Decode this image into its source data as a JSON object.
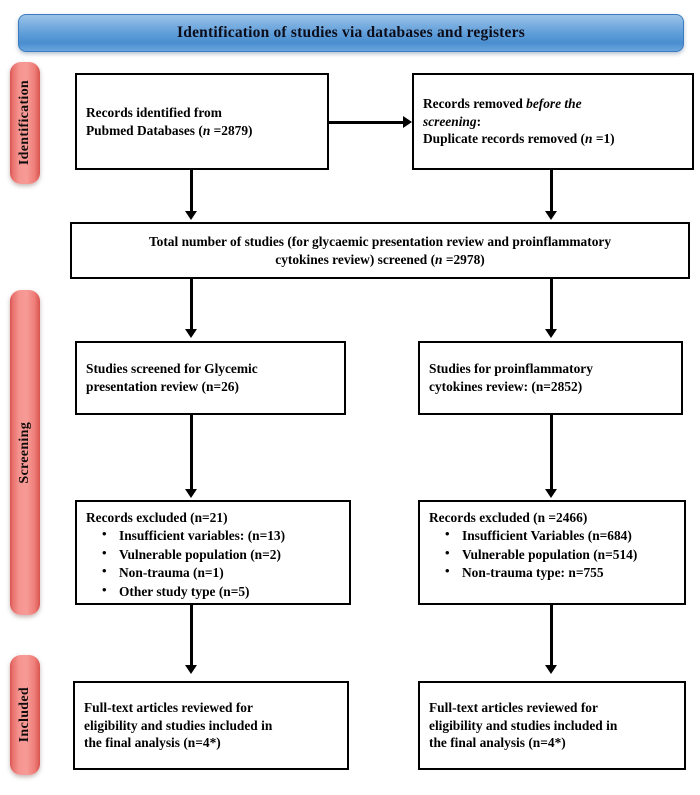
{
  "header": {
    "title": "Identification of studies via databases and registers"
  },
  "stages": [
    {
      "id": "identification",
      "label": "Identification"
    },
    {
      "id": "screening",
      "label": "Screening"
    },
    {
      "id": "included",
      "label": "Included"
    }
  ],
  "boxes": {
    "records_identified": {
      "line1": "Records identified from",
      "line2_pre": "Pubmed Databases (",
      "line2_n": "n",
      "line2_post": " =2879)"
    },
    "records_removed": {
      "line1_pre": "Records removed ",
      "line1_em": "before the",
      "line2_em": "screening",
      "line2_post": ":",
      "line3_pre": "Duplicate records removed (",
      "line3_n": "n",
      "line3_post": " =1)"
    },
    "total_studies": {
      "line1": "Total number of studies (for glycaemic presentation review and proinflammatory",
      "line2_pre": "cytokines review) screened (",
      "line2_n": "n",
      "line2_post": " =2978)"
    },
    "screened_glycemic": {
      "line1": "Studies screened for Glycemic",
      "line2": "presentation review (n=26)"
    },
    "screened_cytokines": {
      "line1": "Studies for proinflammatory",
      "line2": "cytokines review: (n=2852)"
    },
    "excluded_left": {
      "heading": "Records excluded (n=21)",
      "items": [
        "Insufficient variables: (n=13)",
        " Vulnerable population (n=2)",
        "Non-trauma (n=1)",
        "Other study type (n=5)"
      ]
    },
    "excluded_right": {
      "heading_pre": "Records excluded (",
      "heading_n": "n",
      "heading_post": " =2466)",
      "items": [
        "Insufficient Variables (n=684)",
        "Vulnerable population (n=514)",
        "Non-trauma type: n=755"
      ]
    },
    "included_left": {
      "line1": "Full-text articles reviewed for",
      "line2": "eligibility and studies included in",
      "line3": "the final analysis (n=4*)"
    },
    "included_right": {
      "line1": "Full-text articles reviewed for",
      "line2": "eligibility and studies included in",
      "line3": "the final analysis (n=4*)"
    }
  },
  "colors": {
    "banner_blue": "#5b9bd8",
    "stage_red": "#ef7e79",
    "box_border": "#000000",
    "page_background": "#ffffff"
  }
}
